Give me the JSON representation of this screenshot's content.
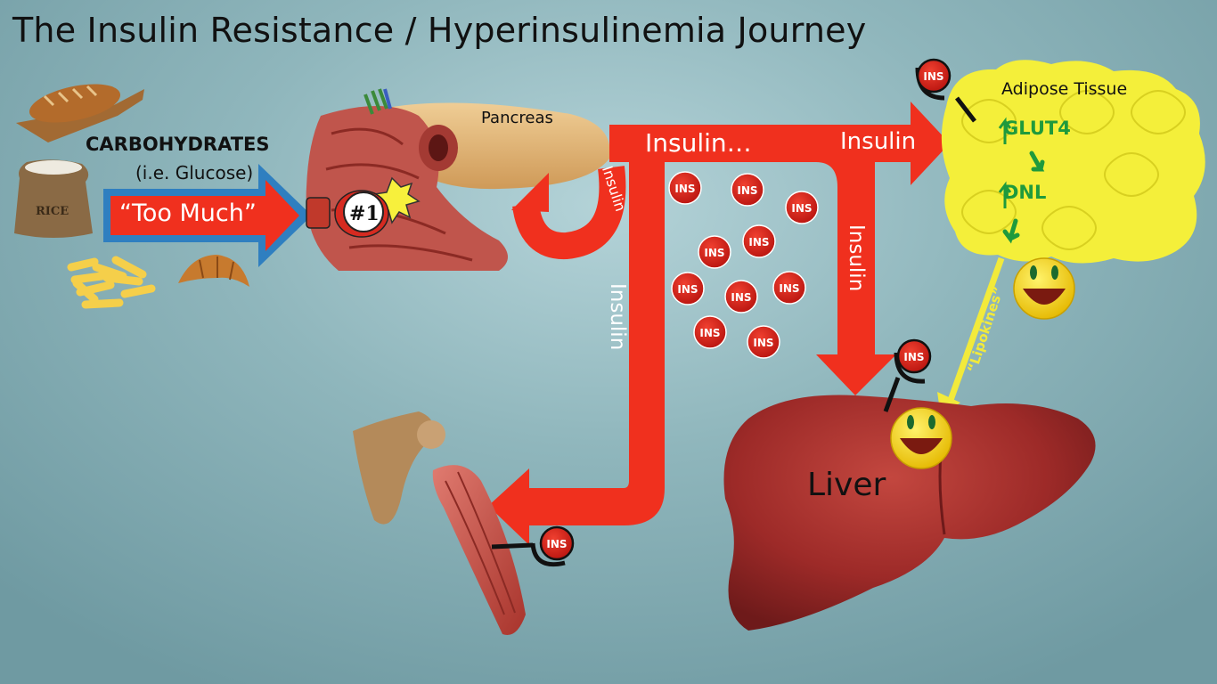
{
  "title": "The Insulin Resistance / Hyperinsulinemia Journey",
  "carbohydrates": {
    "heading": "CARBOHYDRATES",
    "subheading": "(i.e. Glucose)",
    "arrow_label": "“Too Much”",
    "badge": "#1",
    "rice_bag_text": "RICE"
  },
  "organs": {
    "pancreas": "Pancreas",
    "adipose": "Adipose Tissue",
    "liver": "Liver"
  },
  "flows": {
    "insulin_main": "Insulin…",
    "insulin_to_adipose": "Insulin",
    "insulin_to_liver": "Insulin",
    "insulin_to_muscle": "Insulin",
    "insulin_feedback": "Insulin",
    "lipokines": "“Lipokines”"
  },
  "adipose_markers": {
    "glut4": "GLUT4",
    "dnl": "DNL"
  },
  "molecule_label": "INS",
  "colors": {
    "arrow_red": "#f0301e",
    "blue_outline": "#2f7fc0",
    "insulin_molecule": "#d41e1e",
    "marker_green": "#1f9a3c",
    "adipose_yellow": "#f4ef3a",
    "lipokine_yellow": "#f2ea3b"
  }
}
